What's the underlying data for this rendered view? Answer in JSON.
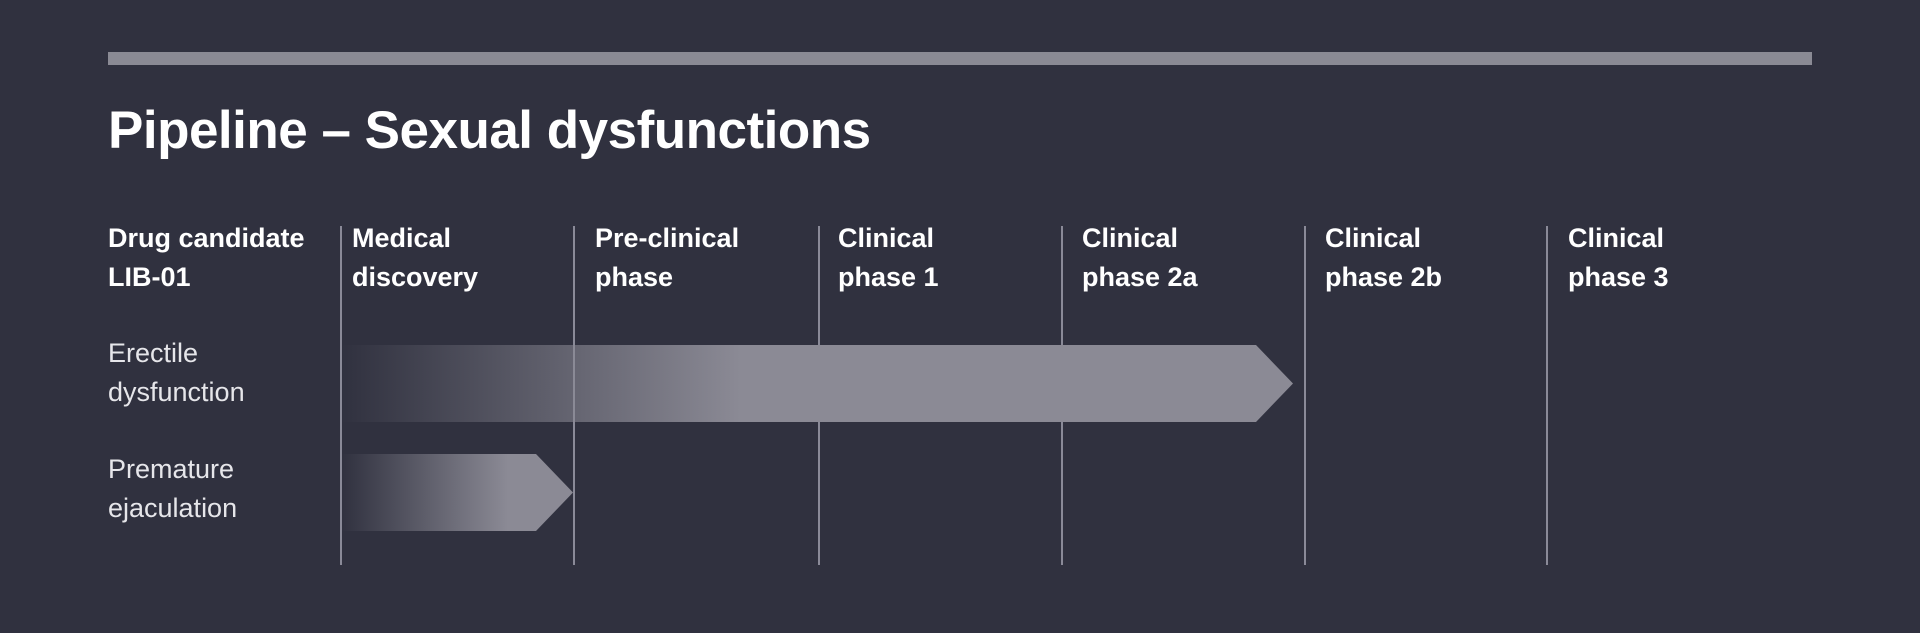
{
  "title": "Pipeline – Sexual dysfunctions",
  "colors": {
    "background": "#30313f",
    "rule": "#8a8a94",
    "bar_end": "#8b8a95",
    "text": "#ffffff"
  },
  "columns": [
    {
      "label": "Drug candidate\nLIB-01"
    },
    {
      "label": "Medical\ndiscovery"
    },
    {
      "label": "Pre-clinical\nphase"
    },
    {
      "label": "Clinical\nphase 1"
    },
    {
      "label": "Clinical\nphase 2a"
    },
    {
      "label": "Clinical\nphase 2b"
    },
    {
      "label": "Clinical\nphase 3"
    }
  ],
  "rows": [
    {
      "label": "Erectile\ndysfunction",
      "reached_phase": "Clinical phase 2a"
    },
    {
      "label": "Premature\nejaculation",
      "reached_phase": "Medical discovery"
    }
  ]
}
